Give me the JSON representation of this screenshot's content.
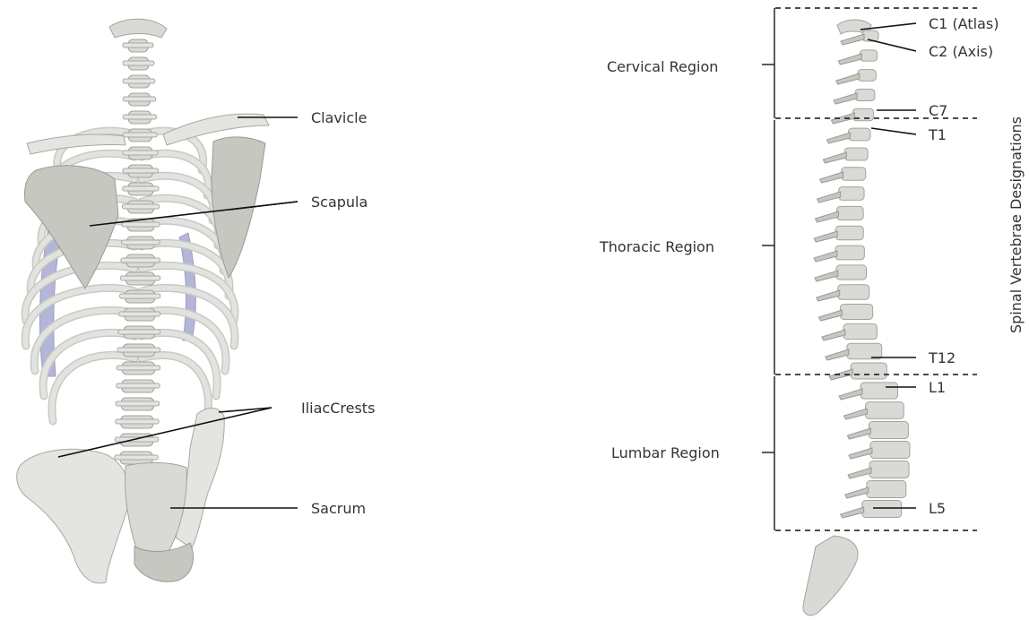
{
  "skeleton_labels": {
    "clavicle": "Clavicle",
    "scapula": "Scapula",
    "iliac_crests": "IliacCrests",
    "sacrum": "Sacrum"
  },
  "spine_labels": {
    "c1": "C1 (Atlas)",
    "c2": "C2 (Axis)",
    "c7": "C7",
    "t1": "T1",
    "t12": "T12",
    "l1": "L1",
    "l5": "L5"
  },
  "regions": {
    "cervical": "Cervical Region",
    "thoracic": "Thoracic Region",
    "lumbar": "Lumbar Region"
  },
  "side_title": "Spinal Vertebrae Designations",
  "colors": {
    "bone": "#d9d9d5",
    "bone_outline": "#a3a39e",
    "costal_cartilage": "#b4b6d8",
    "leader_line": "#111111"
  }
}
